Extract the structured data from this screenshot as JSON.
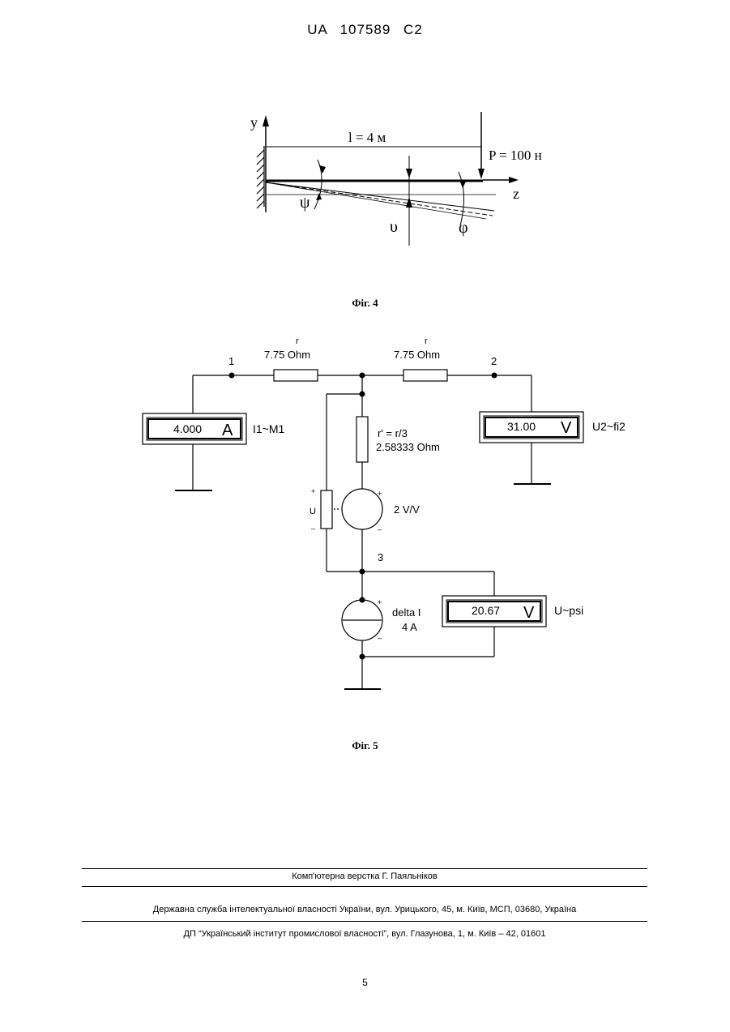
{
  "header": {
    "patent_id": "UA   107589   C2"
  },
  "fig4": {
    "caption": "Фіг. 4",
    "axis_y": "y",
    "axis_z": "z",
    "length_label": "l = 4 м",
    "force_label": "P = 100 н",
    "psi": "ψ",
    "phi": "φ",
    "upsilon": "υ"
  },
  "fig5": {
    "caption": "Фіг. 5",
    "node1": "1",
    "node2": "2",
    "node3": "3",
    "r_left_name": "r",
    "r_left_value": "7.75  Ohm",
    "r_right_name": "r",
    "r_right_value": "7.75  Ohm",
    "r_prime_name": "r' = r/3",
    "r_prime_value": "2.58333  Ohm",
    "source_gain": "2 V/V",
    "u_label": "U",
    "current_source_name": "delta I",
    "current_source_value": "4 A",
    "meter_left": {
      "value": "4.000",
      "unit": "A",
      "label": "I1~M1"
    },
    "meter_right": {
      "value": "31.00",
      "unit": "V",
      "label": "U2~fi2"
    },
    "meter_bottom": {
      "value": "20.67",
      "unit": "V",
      "label": "U~psi"
    },
    "plus": "+",
    "minus": "–"
  },
  "footer": {
    "typesetter": "Комп'ютерна верстка Г. Паяльніков",
    "agency": "Державна служба інтелектуальної власності України, вул. Урицького, 45, м. Київ, МСП, 03680, Україна",
    "institute": "ДП “Український інститут промислової власності”, вул. Глазунова, 1, м. Київ – 42, 01601",
    "page_number": "5"
  }
}
